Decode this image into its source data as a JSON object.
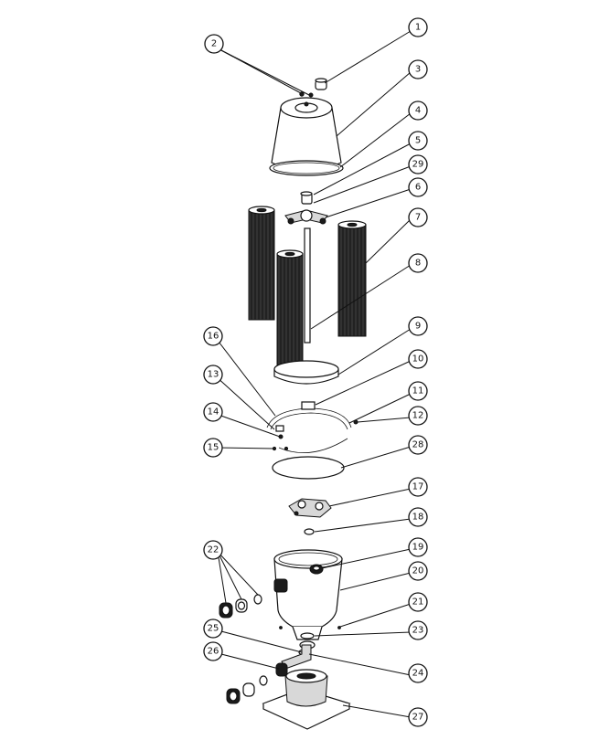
{
  "callouts": [
    {
      "n": "1"
    },
    {
      "n": "2"
    },
    {
      "n": "3"
    },
    {
      "n": "4"
    },
    {
      "n": "5"
    },
    {
      "n": "29"
    },
    {
      "n": "6"
    },
    {
      "n": "7"
    },
    {
      "n": "8"
    },
    {
      "n": "9"
    },
    {
      "n": "10"
    },
    {
      "n": "11"
    },
    {
      "n": "12"
    },
    {
      "n": "16"
    },
    {
      "n": "13"
    },
    {
      "n": "14"
    },
    {
      "n": "15"
    },
    {
      "n": "28"
    },
    {
      "n": "17"
    },
    {
      "n": "18"
    },
    {
      "n": "19"
    },
    {
      "n": "22"
    },
    {
      "n": "20"
    },
    {
      "n": "21"
    },
    {
      "n": "25"
    },
    {
      "n": "23"
    },
    {
      "n": "26"
    },
    {
      "n": "24"
    },
    {
      "n": "27"
    }
  ]
}
